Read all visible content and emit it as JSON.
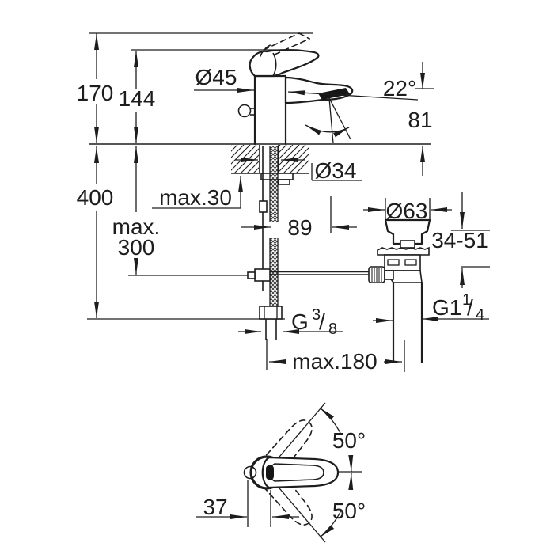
{
  "ink": "#1d1d1d",
  "labels": {
    "overall_height": "170",
    "spout_tip_height": "144",
    "body_diameter": "Ø45",
    "spout_angle": "22°",
    "outlet_height": "81",
    "max_deck_thickness": "max.30",
    "hole_diameter": "Ø34",
    "hose_drop": "400",
    "popup_max_1": "max.",
    "popup_max_2": "300",
    "spout_reach": "89",
    "waste_flange_diameter": "Ø63",
    "waste_adjust_range": "34-51",
    "supply_thread_g": "G",
    "supply_thread_num": "3",
    "supply_thread_slash": "/",
    "supply_thread_den": "8",
    "waste_thread_g": "G1",
    "waste_thread_num": "1",
    "waste_thread_slash": "/",
    "waste_thread_den": "4",
    "max_rod_distance": "max.180",
    "swivel_angle_up": "50°",
    "swivel_angle_down": "50°",
    "rod_offset": "37"
  }
}
